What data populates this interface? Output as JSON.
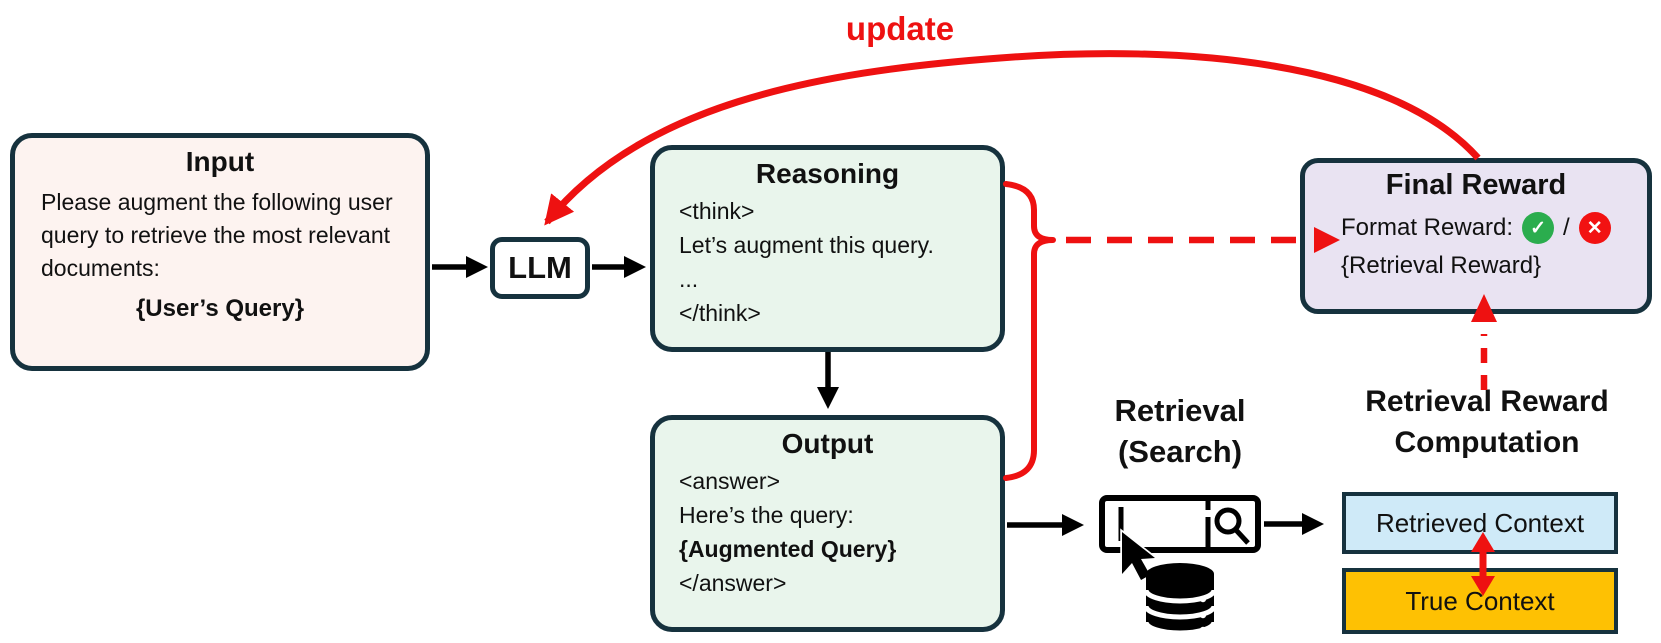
{
  "figure": {
    "update_label": "update",
    "input": {
      "title": "Input",
      "body": "Please augment the following user query to retrieve the most relevant documents:",
      "variable": "{User’s Query}"
    },
    "llm": {
      "label": "LLM"
    },
    "reasoning": {
      "title": "Reasoning",
      "lines": [
        "<think>",
        "Let’s augment this query.",
        "...",
        "</think>"
      ]
    },
    "output": {
      "title": "Output",
      "lines": [
        "<answer>",
        "Here’s the query:",
        "{Augmented Query}",
        "</answer>"
      ]
    },
    "retrieval": {
      "line1": "Retrieval",
      "line2": "(Search)"
    },
    "reward_computation": {
      "line1": "Retrieval Reward",
      "line2": "Computation",
      "retrieved": "Retrieved Context",
      "true_ctx": "True Context"
    },
    "final_reward": {
      "title": "Final Reward",
      "format_label": "Format Reward:",
      "slash": "/",
      "check_glyph": "✓",
      "cross_glyph": "✕",
      "line2": "{Retrieval Reward}"
    },
    "colors": {
      "border": "#16323e",
      "red": "#ee1111",
      "green_check": "#2bad4e",
      "red_cross": "#f21212",
      "input_bg": "#fdf3f0",
      "green_bg": "#e9f5ec",
      "lavender_bg": "#e9e3f2",
      "blue_bg": "#cfeaf8",
      "amber_bg": "#fec103",
      "black": "#000000"
    }
  }
}
